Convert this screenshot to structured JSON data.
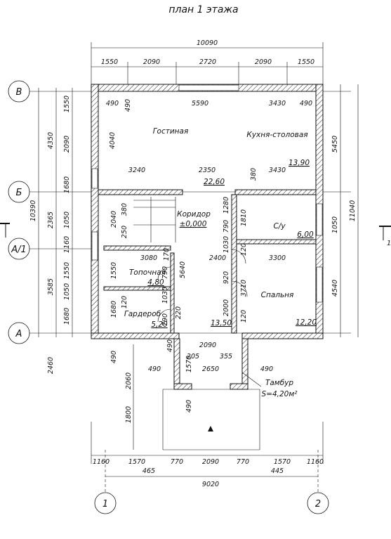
{
  "title": "план 1 этажа",
  "axes": {
    "B": "В",
    "V": "Б",
    "A1": "А/1",
    "A": "А",
    "n1": "1",
    "n2": "2"
  },
  "section_mark": "1",
  "dims": {
    "overall_top": "10090",
    "top_chain": [
      "1550",
      "2090",
      "2720",
      "2090",
      "1550"
    ],
    "overall_bottom": "9020",
    "bottom_chain": [
      "1160",
      "1570",
      "770",
      "2090",
      "770",
      "1570",
      "1160"
    ],
    "bottom_sub": [
      "465",
      "445"
    ],
    "left_overall": "10390",
    "left_chain_a": [
      "1550",
      "2090",
      "1680",
      "1050",
      "1160",
      "1550",
      "1050",
      "1680"
    ],
    "left_chain_b": [
      "4350",
      "2365",
      "3585",
      "2460"
    ],
    "right_overall": "11040",
    "right_chain": [
      "5450",
      "1050",
      "4540"
    ],
    "porch_left": [
      "490",
      "2060",
      "1800"
    ],
    "porch_mid": [
      "490",
      "490",
      "490"
    ],
    "inner": {
      "d490a": "490",
      "d490b": "490",
      "d5590": "5590",
      "d3430a": "3430",
      "d490c": "490",
      "d4040": "4040",
      "d3240": "3240",
      "d2350": "2350",
      "d380a": "380",
      "d3430b": "3430",
      "d2040": "2040",
      "d380b": "380",
      "d250": "250",
      "d1280": "1280",
      "d1810": "1810",
      "d790a": "790",
      "d1030a": "1030",
      "d3080": "3080",
      "d170": "170",
      "d5640": "5640",
      "d2400": "2400",
      "d3300": "3300",
      "d1550": "1550",
      "d790b": "790",
      "d920": "920",
      "d3710": "3710",
      "d1680": "1680",
      "d120a": "120",
      "d1030b": "1030",
      "d2000": "2000",
      "d220": "220",
      "d120b": "120",
      "d790c": "790",
      "d120c": "120",
      "d2090": "2090",
      "d205": "205",
      "d355": "355",
      "d1570": "1570",
      "d2650": "2650",
      "d490": "490"
    }
  },
  "rooms": {
    "living": "Гостиная",
    "kitchen": "Кухня-столовая",
    "kitchen_area": "13,90",
    "living_area": "22,60",
    "corridor": "Коридор",
    "corridor_level": "±0,000",
    "wc": "С/у",
    "wc_area": "6,00",
    "boiler": "Топочная",
    "boiler_area": "4,80",
    "bedroom": "Спальня",
    "bedroom_area": "12,20",
    "wardrobe": "Гардероб",
    "wardrobe_area": "5,20",
    "hall_area": "13,50",
    "vestibule": "Тамбур",
    "vestibule_area": "S=4,20м²"
  }
}
